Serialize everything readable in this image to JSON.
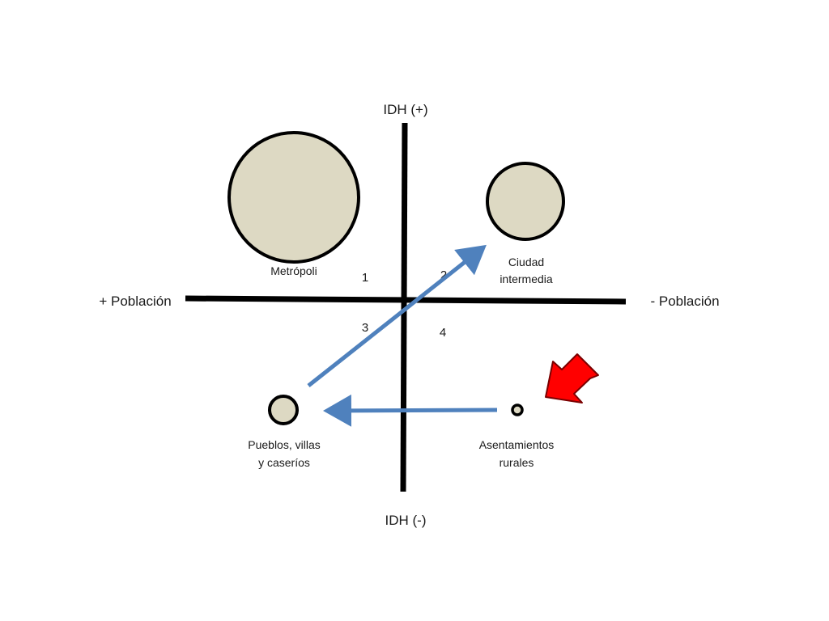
{
  "axes": {
    "top": "IDH (+)",
    "bottom": "IDH (-)",
    "left": "+ Población",
    "right": "- Población"
  },
  "quadrants": [
    "1",
    "2",
    "3",
    "4"
  ],
  "nodes": {
    "metropoli": {
      "label_lines": [
        "Metrópoli"
      ]
    },
    "ciudad": {
      "label_lines": [
        "Ciudad",
        "intermedia"
      ]
    },
    "pueblos": {
      "label_lines": [
        "Pueblos, villas",
        "y caseríos"
      ]
    },
    "asentamientos": {
      "label_lines": [
        "Asentamientos",
        "rurales"
      ]
    }
  },
  "colors": {
    "axis": "#000000",
    "circle_fill": "#ddd9c3",
    "circle_stroke": "#000000",
    "flow_arrow": "#4f81bd",
    "highlight_arrow": "#ff0000"
  }
}
